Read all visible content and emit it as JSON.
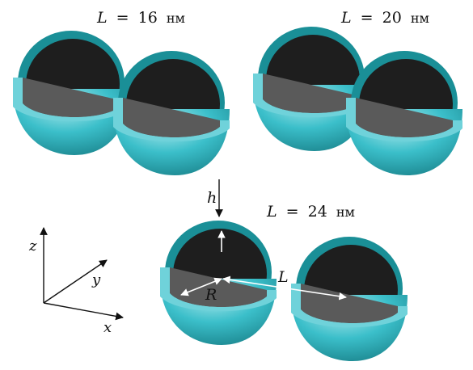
{
  "panels": [
    {
      "symbol": "L",
      "equals": "=",
      "value": "16",
      "unit": "нм"
    },
    {
      "symbol": "L",
      "equals": "=",
      "value": "20",
      "unit": "нм"
    },
    {
      "symbol": "L",
      "equals": "=",
      "value": "24",
      "unit": "нм"
    }
  ],
  "dimension_labels": {
    "shell": "h",
    "radius": "R",
    "distance": "L"
  },
  "axes": {
    "z": "z",
    "y": "y",
    "x": "x"
  },
  "colors": {
    "shell_outer": "#3bbfca",
    "shell_rim_light": "#6fd2da",
    "shell_inner_wall": "#1a8f97",
    "core_top": "#1f1f1f",
    "core_section": "#5a5a5a",
    "arrow": "#ffffff"
  }
}
